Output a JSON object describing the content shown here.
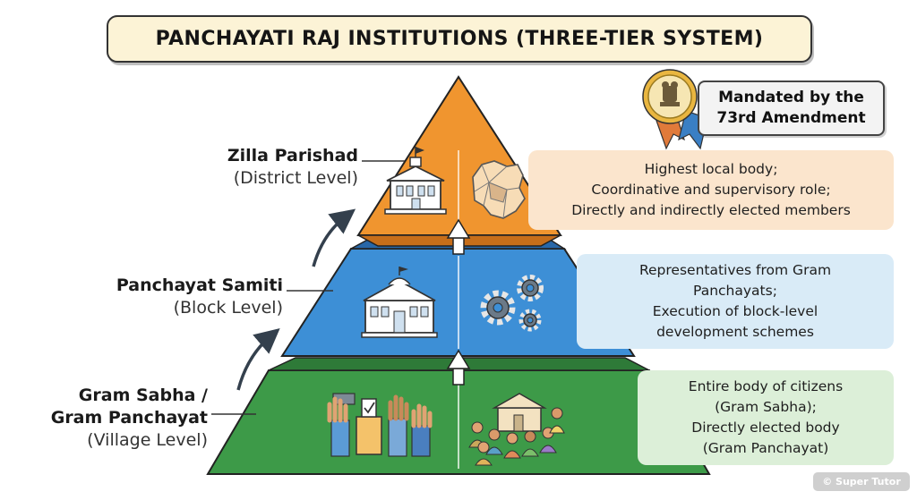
{
  "title": "PANCHAYATI RAJ INSTITUTIONS (THREE-TIER SYSTEM)",
  "badge": {
    "line1": "Mandated by the",
    "line2": "73rd Amendment"
  },
  "tiers": [
    {
      "name": "Zilla Parishad",
      "level": "(District Level)",
      "color": "#f0952f",
      "desc": [
        "Highest local body;",
        "Coordinative and supervisory role;",
        "Directly and indirectly elected members"
      ],
      "desc_bg": "#fbe5cd"
    },
    {
      "name": "Panchayat Samiti",
      "level": "(Block Level)",
      "color": "#3d8fd6",
      "desc": [
        "Representatives from Gram",
        "Panchayats;",
        "Execution of block-level",
        "development schemes"
      ],
      "desc_bg": "#d9ebf7"
    },
    {
      "name_lines": [
        "Gram Sabha /",
        "Gram Panchayat"
      ],
      "level": "(Village Level)",
      "color": "#3d9a48",
      "desc": [
        "Entire body of citizens",
        "(Gram Sabha);",
        "Directly elected body",
        "(Gram Panchayat)"
      ],
      "desc_bg": "#dcefd8"
    }
  ],
  "credit": "© Super Tutor"
}
